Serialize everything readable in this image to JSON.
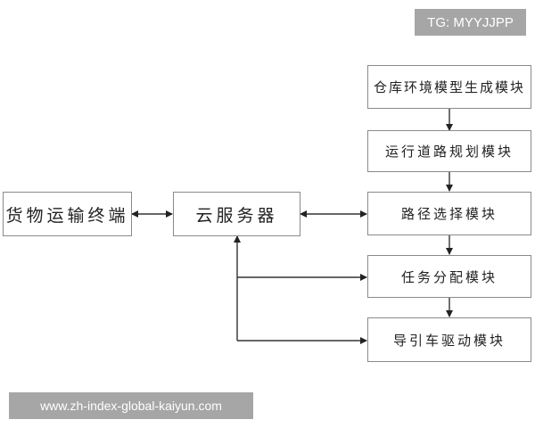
{
  "watermarks": {
    "top_right": "TG: MYYJJPP",
    "bottom_left": "www.zh-index-global-kaiyun.com"
  },
  "nodes": {
    "cargo_terminal": "货物运输终端",
    "cloud_server": "云服务器",
    "modules": [
      "仓库环境模型生成模块",
      "运行道路规划模块",
      "路径选择模块",
      "任务分配模块",
      "导引车驱动模块"
    ]
  },
  "edges": [
    {
      "from": "货物运输终端",
      "to": "云服务器",
      "type": "bidirectional"
    },
    {
      "from": "云服务器",
      "to": "路径选择模块",
      "type": "bidirectional"
    },
    {
      "from": "仓库环境模型生成模块",
      "to": "运行道路规划模块",
      "type": "directed"
    },
    {
      "from": "运行道路规划模块",
      "to": "路径选择模块",
      "type": "directed"
    },
    {
      "from": "路径选择模块",
      "to": "任务分配模块",
      "type": "directed"
    },
    {
      "from": "任务分配模块",
      "to": "导引车驱动模块",
      "type": "directed"
    },
    {
      "from": "云服务器",
      "to": "任务分配模块",
      "type": "bidirectional"
    },
    {
      "from": "云服务器",
      "to": "导引车驱动模块",
      "type": "bidirectional"
    }
  ],
  "colors": {
    "box_border": "#8a8a8a",
    "line": "#333333",
    "badge_bg": "#a6a6a6"
  }
}
